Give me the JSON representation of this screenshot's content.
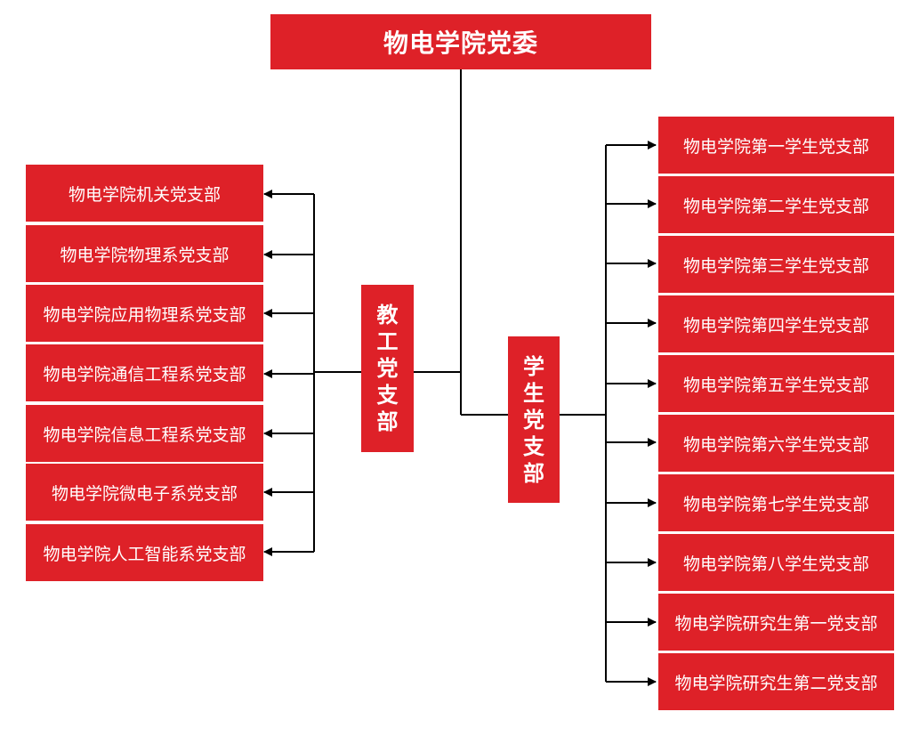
{
  "root": {
    "label": "物电学院党委"
  },
  "teacher": {
    "label": "教工党支部",
    "chars": [
      "教",
      "工",
      "党",
      "支",
      "部"
    ],
    "branches": [
      "物电学院机关党支部",
      "物电学院物理系党支部",
      "物电学院应用物理系党支部",
      "物电学院通信工程系党支部",
      "物电学院信息工程系党支部",
      "物电学院微电子系党支部",
      "物电学院人工智能系党支部"
    ]
  },
  "student": {
    "label": "学生党支部",
    "chars": [
      "学",
      "生",
      "党",
      "支",
      "部"
    ],
    "branches": [
      "物电学院第一学生党支部",
      "物电学院第二学生党支部",
      "物电学院第三学生党支部",
      "物电学院第四学生党支部",
      "物电学院第五学生党支部",
      "物电学院第六学生党支部",
      "物电学院第七学生党支部",
      "物电学院第八学生党支部",
      "物电学院研究生第一党支部",
      "物电学院研究生第二党支部"
    ]
  },
  "colors": {
    "box": "#de2128",
    "text": "#ffffff",
    "line": "#000000"
  }
}
